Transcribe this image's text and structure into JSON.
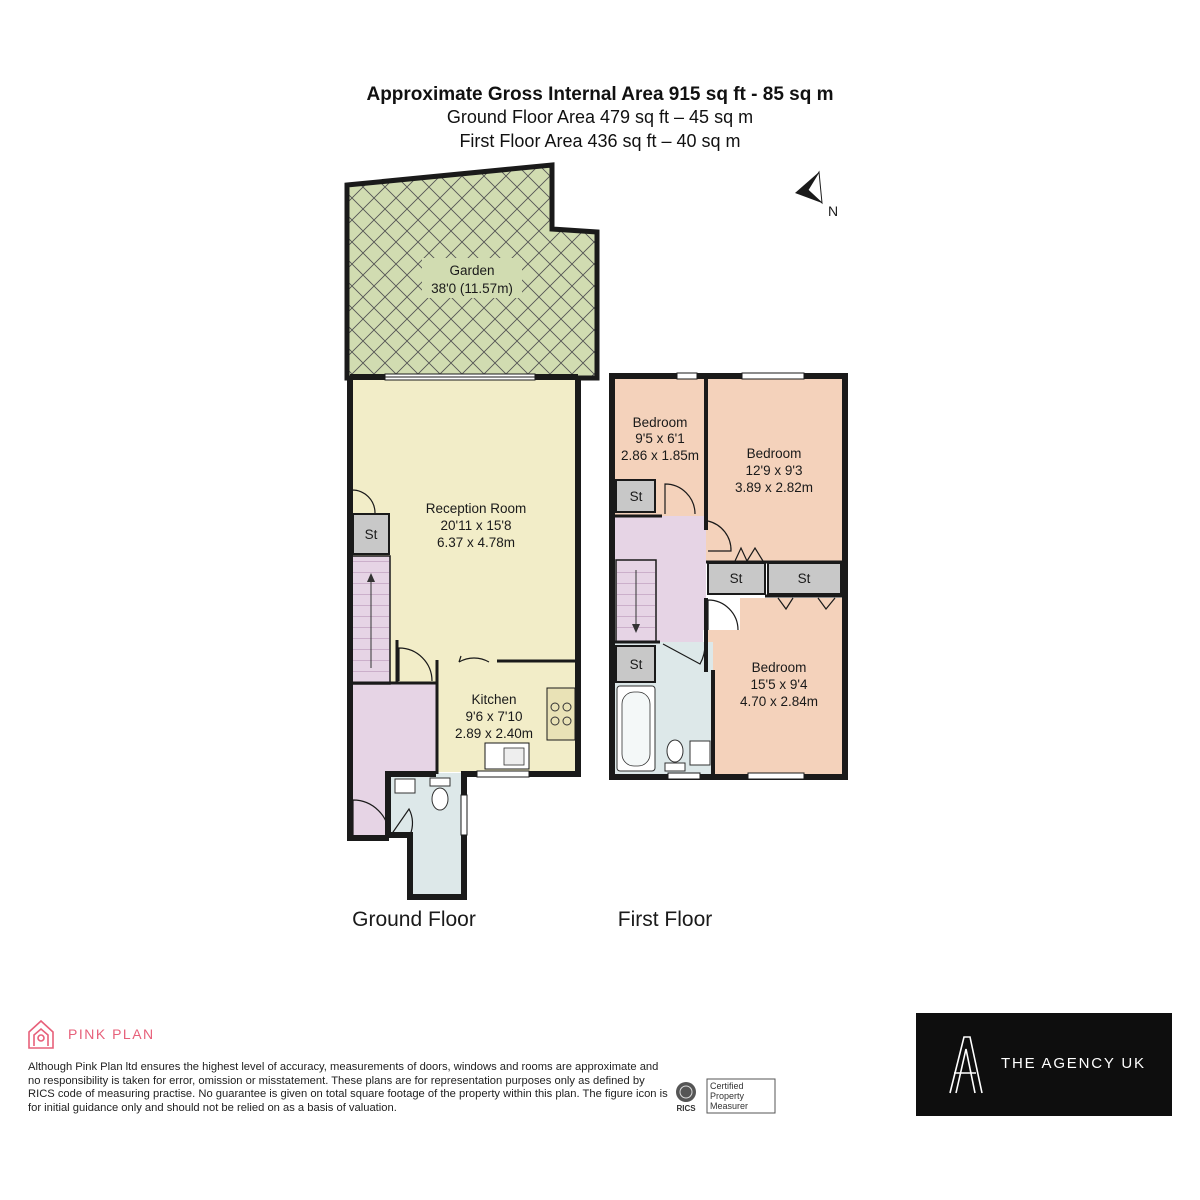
{
  "header": {
    "gross_area": "Approximate Gross Internal Area 915 sq ft - 85 sq m",
    "ground_area": "Ground Floor Area 479 sq ft – 45 sq m",
    "first_area": "First Floor Area 436 sq ft – 40 sq m"
  },
  "compass": {
    "label": "N"
  },
  "colors": {
    "garden": "#d1dcb1",
    "reception": "#f2edc8",
    "hall": "#e6d4e5",
    "wc": "#dde8e9",
    "bedroom": "#f4d2bb",
    "store": "#c8c8c8",
    "wall": "#1a1a1a"
  },
  "ground_floor": {
    "title": "Ground Floor",
    "garden": {
      "name": "Garden",
      "dims": "38'0 (11.57m)"
    },
    "reception": {
      "name": "Reception Room",
      "imperial": "20'11 x 15'8",
      "metric": "6.37 x 4.78m"
    },
    "kitchen": {
      "name": "Kitchen",
      "imperial": "9'6 x 7'10",
      "metric": "2.89 x 2.40m"
    },
    "store": "St"
  },
  "first_floor": {
    "title": "First Floor",
    "bedroom_small": {
      "name": "Bedroom",
      "imperial": "9'5 x 6'1",
      "metric": "2.86 x 1.85m"
    },
    "bedroom_right": {
      "name": "Bedroom",
      "imperial": "12'9 x 9'3",
      "metric": "3.89 x 2.82m"
    },
    "bedroom_large": {
      "name": "Bedroom",
      "imperial": "15'5 x 9'4",
      "metric": "4.70 x 2.84m"
    },
    "stores": [
      "St",
      "St",
      "St",
      "St"
    ]
  },
  "footer": {
    "brand": "PINK PLAN",
    "disclaimer": "Although Pink Plan ltd ensures the highest level of accuracy, measurements of doors, windows and rooms are approximate and no responsibility is taken for error, omission or misstatement. These plans are for representation purposes only as defined by RICS code of measuring practise. No guarantee is given on total square footage of the property within this plan. The figure icon is for initial guidance only and should not be relied on as a basis of valuation.",
    "rics_logo": "RICS",
    "rics_label": "Certified Property Measurer",
    "agency": "THE AGENCY UK"
  }
}
